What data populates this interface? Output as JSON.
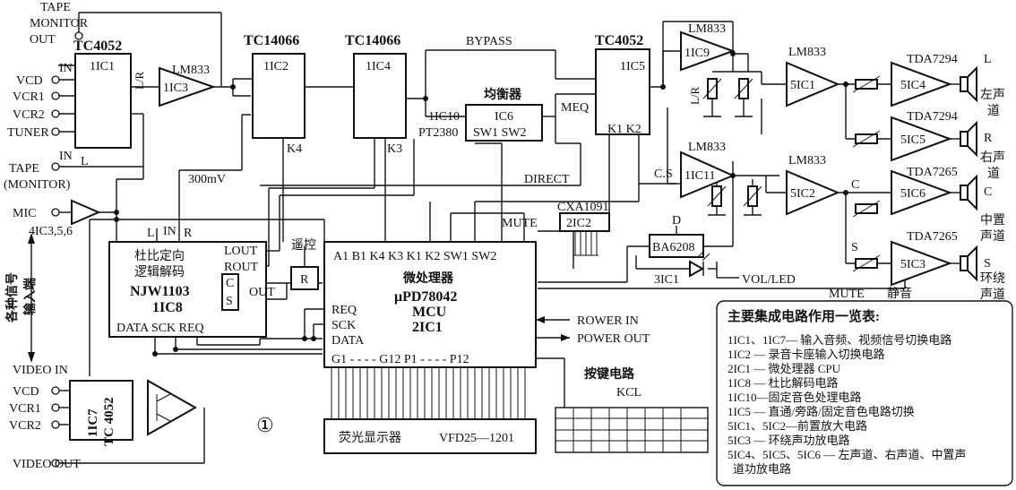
{
  "labels": {
    "tape_monitor_out": [
      "TAPE",
      "MONITOR",
      "OUT"
    ],
    "tc4052_left": "TC4052",
    "ic1": "1IC1",
    "in_top": "IN",
    "vcd": "VCD",
    "vcr1": "VCR1",
    "vcr2": "VCR2",
    "tuner": "TUNER",
    "lr": "L/R",
    "lm833_1": "LM833",
    "ic3": "1IC3",
    "tc14066_1": "TC14066",
    "ic2": "1IC2",
    "k4": "K4",
    "tc14066_2": "TC14066",
    "ic4": "1IC4",
    "k3": "K3",
    "bypass": "BYPASS",
    "equalizer_cn": "均衡器",
    "ic6": "IC6",
    "sw1sw2": "SW1 SW2",
    "ic10": "1IC10",
    "pt2380": "PT2380",
    "meq": "MEQ",
    "tc4052_right": "TC4052",
    "ic5": "1IC5",
    "k1k2": "K1 K2",
    "lm833_2": "LM833",
    "ic9": "1IC9",
    "lr2": "L/R",
    "lm833_3": "LM833",
    "ic51": "5IC1",
    "tda7294_1": "TDA7294",
    "ic54": "5IC4",
    "out_L": "L",
    "left_ch": [
      "左声",
      "道"
    ],
    "tda7294_2": "TDA7294",
    "ic55": "5IC5",
    "out_R": "R",
    "right_ch": [
      "右声",
      "道"
    ],
    "tape_in": "IN",
    "L_small": "L",
    "tape_monitor": [
      "TAPE",
      "(MONITOR)"
    ],
    "mv300": "300mV",
    "direct": "DIRECT",
    "cs": "C.S",
    "lm833_4": "LM833",
    "ic11": "1IC11",
    "lm833_5": "LM833",
    "ic52": "5IC2",
    "tda7265_1": "TDA7265",
    "ic56": "5IC6",
    "c_lbl": "C",
    "out_C": "C",
    "center_ch": [
      "中置",
      "声道"
    ],
    "mic": "MIC",
    "ic3456": "4IC3,5,6",
    "L_in": "L",
    "IN_in": "IN",
    "R_in": "R",
    "njw_cn": [
      "杜比定向",
      "逻辑解码"
    ],
    "njw": "NJW1103",
    "ic8": "1IC8",
    "lout": "LOUT",
    "rout": "ROUT",
    "c_out": "C",
    "s_out": "S",
    "out": "OUT",
    "data_sck_req": "DATA SCK REQ",
    "remote": "遥控",
    "r_box": "R",
    "cxa1091": "CXA1091",
    "ic2_2": "2IC2",
    "mute_top": "MUTE",
    "d_lbl": "D",
    "ba6208": "BA6208",
    "ic31": "3IC1",
    "vol_led": "VOL/LED",
    "tda7265_2": "TDA7265",
    "s_lbl": "S",
    "ic53": "5IC3",
    "out_S": "S",
    "surround_ch": [
      "环绕",
      "声道"
    ],
    "mute_bottom": "MUTE",
    "mute_cn": "静音",
    "various_inputs": [
      "各种信号",
      "输入端"
    ],
    "mcu_pins": "A1 B1 K4 K3 K1 K2 SW1 SW2",
    "mcu_cn": "微处理器",
    "mcu_part": "μPD78042",
    "mcu": "MCU",
    "ic21": "2IC1",
    "req": "REQ",
    "sck": "SCK",
    "data": "DATA",
    "gpins": "G1 - - - - G12 P1 - - - - P12",
    "rower_in": "ROWER IN",
    "power_out": "POWER OUT",
    "video_in": "VIDEO IN",
    "vcd_v": "VCD",
    "vcr1_v": "VCR1",
    "vcr2_v": "VCR2",
    "ic7": "1IC7",
    "tc4052_v": "TC 4052",
    "fig_num": "①",
    "video_out": "VIDEO OUT",
    "vfd_cn": "荧光显示器",
    "vfd": "VFD25—1201",
    "keys_cn": "按键电路",
    "kcl": "KCL"
  },
  "legend": {
    "title": "主要集成电路作用一览表:",
    "lines": [
      "1IC1、1IC7— 输入音频、视频信号切换电路",
      "1IC2 — 录音卡座输入切换电路",
      "2IC1 — 微处理器 CPU",
      "1IC8 — 杜比解码电路",
      "1IC10—固定音色处理电路",
      "1IC5 — 直通/旁路/固定音色电路切换",
      "5IC1、5IC2—前置放大电路",
      "5IC3 — 环绕声功放电路",
      "5IC4、5IC5、5IC6 — 左声道、右声道、中置声",
      "道功放电路"
    ]
  }
}
